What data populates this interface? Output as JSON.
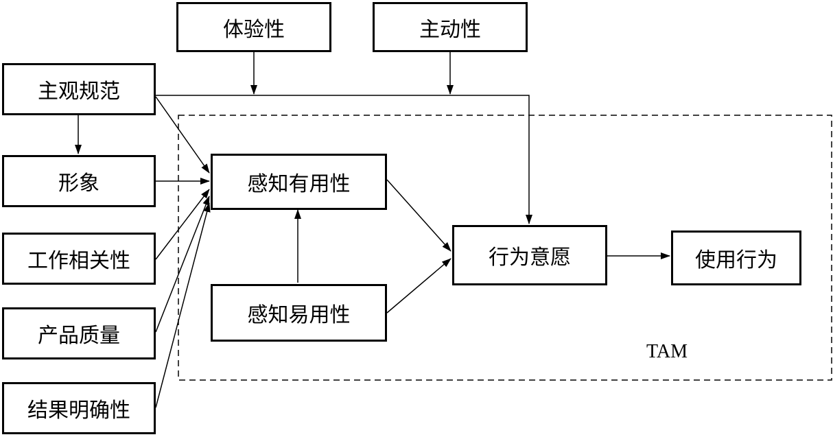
{
  "nodes": {
    "subjective_norm": "主观规范",
    "experience": "体验性",
    "initiative": "主动性",
    "image": "形象",
    "job_relevance": "工作相关性",
    "output_quality": "产品质量",
    "result_demonstrability": "结果明确性",
    "perceived_usefulness": "感知有用性",
    "perceived_ease_of_use": "感知易用性",
    "intention": "行为意愿",
    "usage_behavior": "使用行为"
  },
  "tam_label": "TAM",
  "colors": {
    "stroke": "#000000",
    "background": "#ffffff"
  }
}
